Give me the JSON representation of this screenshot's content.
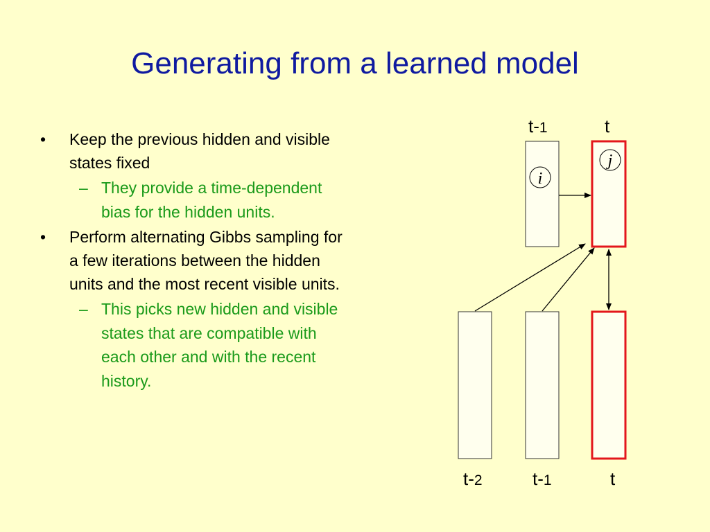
{
  "title": "Generating from a learned model",
  "bullets": [
    {
      "text": "Keep the previous hidden and visible states fixed",
      "marker": "•",
      "sub": [
        {
          "marker": "–",
          "text": "They provide a time-dependent bias for the hidden units."
        }
      ]
    },
    {
      "text": "Perform alternating Gibbs sampling for a few iterations between the hidden units and the most recent visible units.",
      "marker": "•",
      "sub": [
        {
          "marker": "–",
          "text": "This picks new hidden and visible states that are compatible with each other and with the recent history."
        }
      ]
    }
  ],
  "diagram": {
    "top_labels": {
      "t_minus_1": {
        "t": "t-",
        "n": "1"
      },
      "t": "t"
    },
    "bottom_labels": {
      "t_minus_2": {
        "t": "t-",
        "n": "2"
      },
      "t_minus_1": {
        "t": "t-",
        "n": "1"
      },
      "t": "t"
    },
    "unit_i": "i",
    "unit_j": "j",
    "colors": {
      "box_fill": "#ffffee",
      "box_stroke": "#333333",
      "highlight": "#e3161c"
    }
  }
}
